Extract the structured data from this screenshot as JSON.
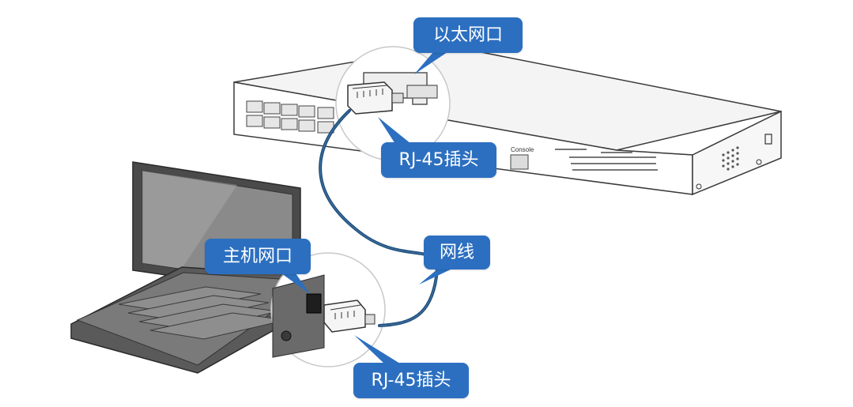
{
  "labels": {
    "ethernet_port": "以太网口",
    "rj45_plug_top": "RJ-45插头",
    "host_port": "主机网口",
    "cable": "网线",
    "rj45_plug_bottom": "RJ-45插头"
  },
  "switch": {
    "console_label": "Console"
  },
  "colors": {
    "callout": "#2c6fc0",
    "cable": "#1f4e79",
    "device_outline": "#3a3a3a"
  }
}
